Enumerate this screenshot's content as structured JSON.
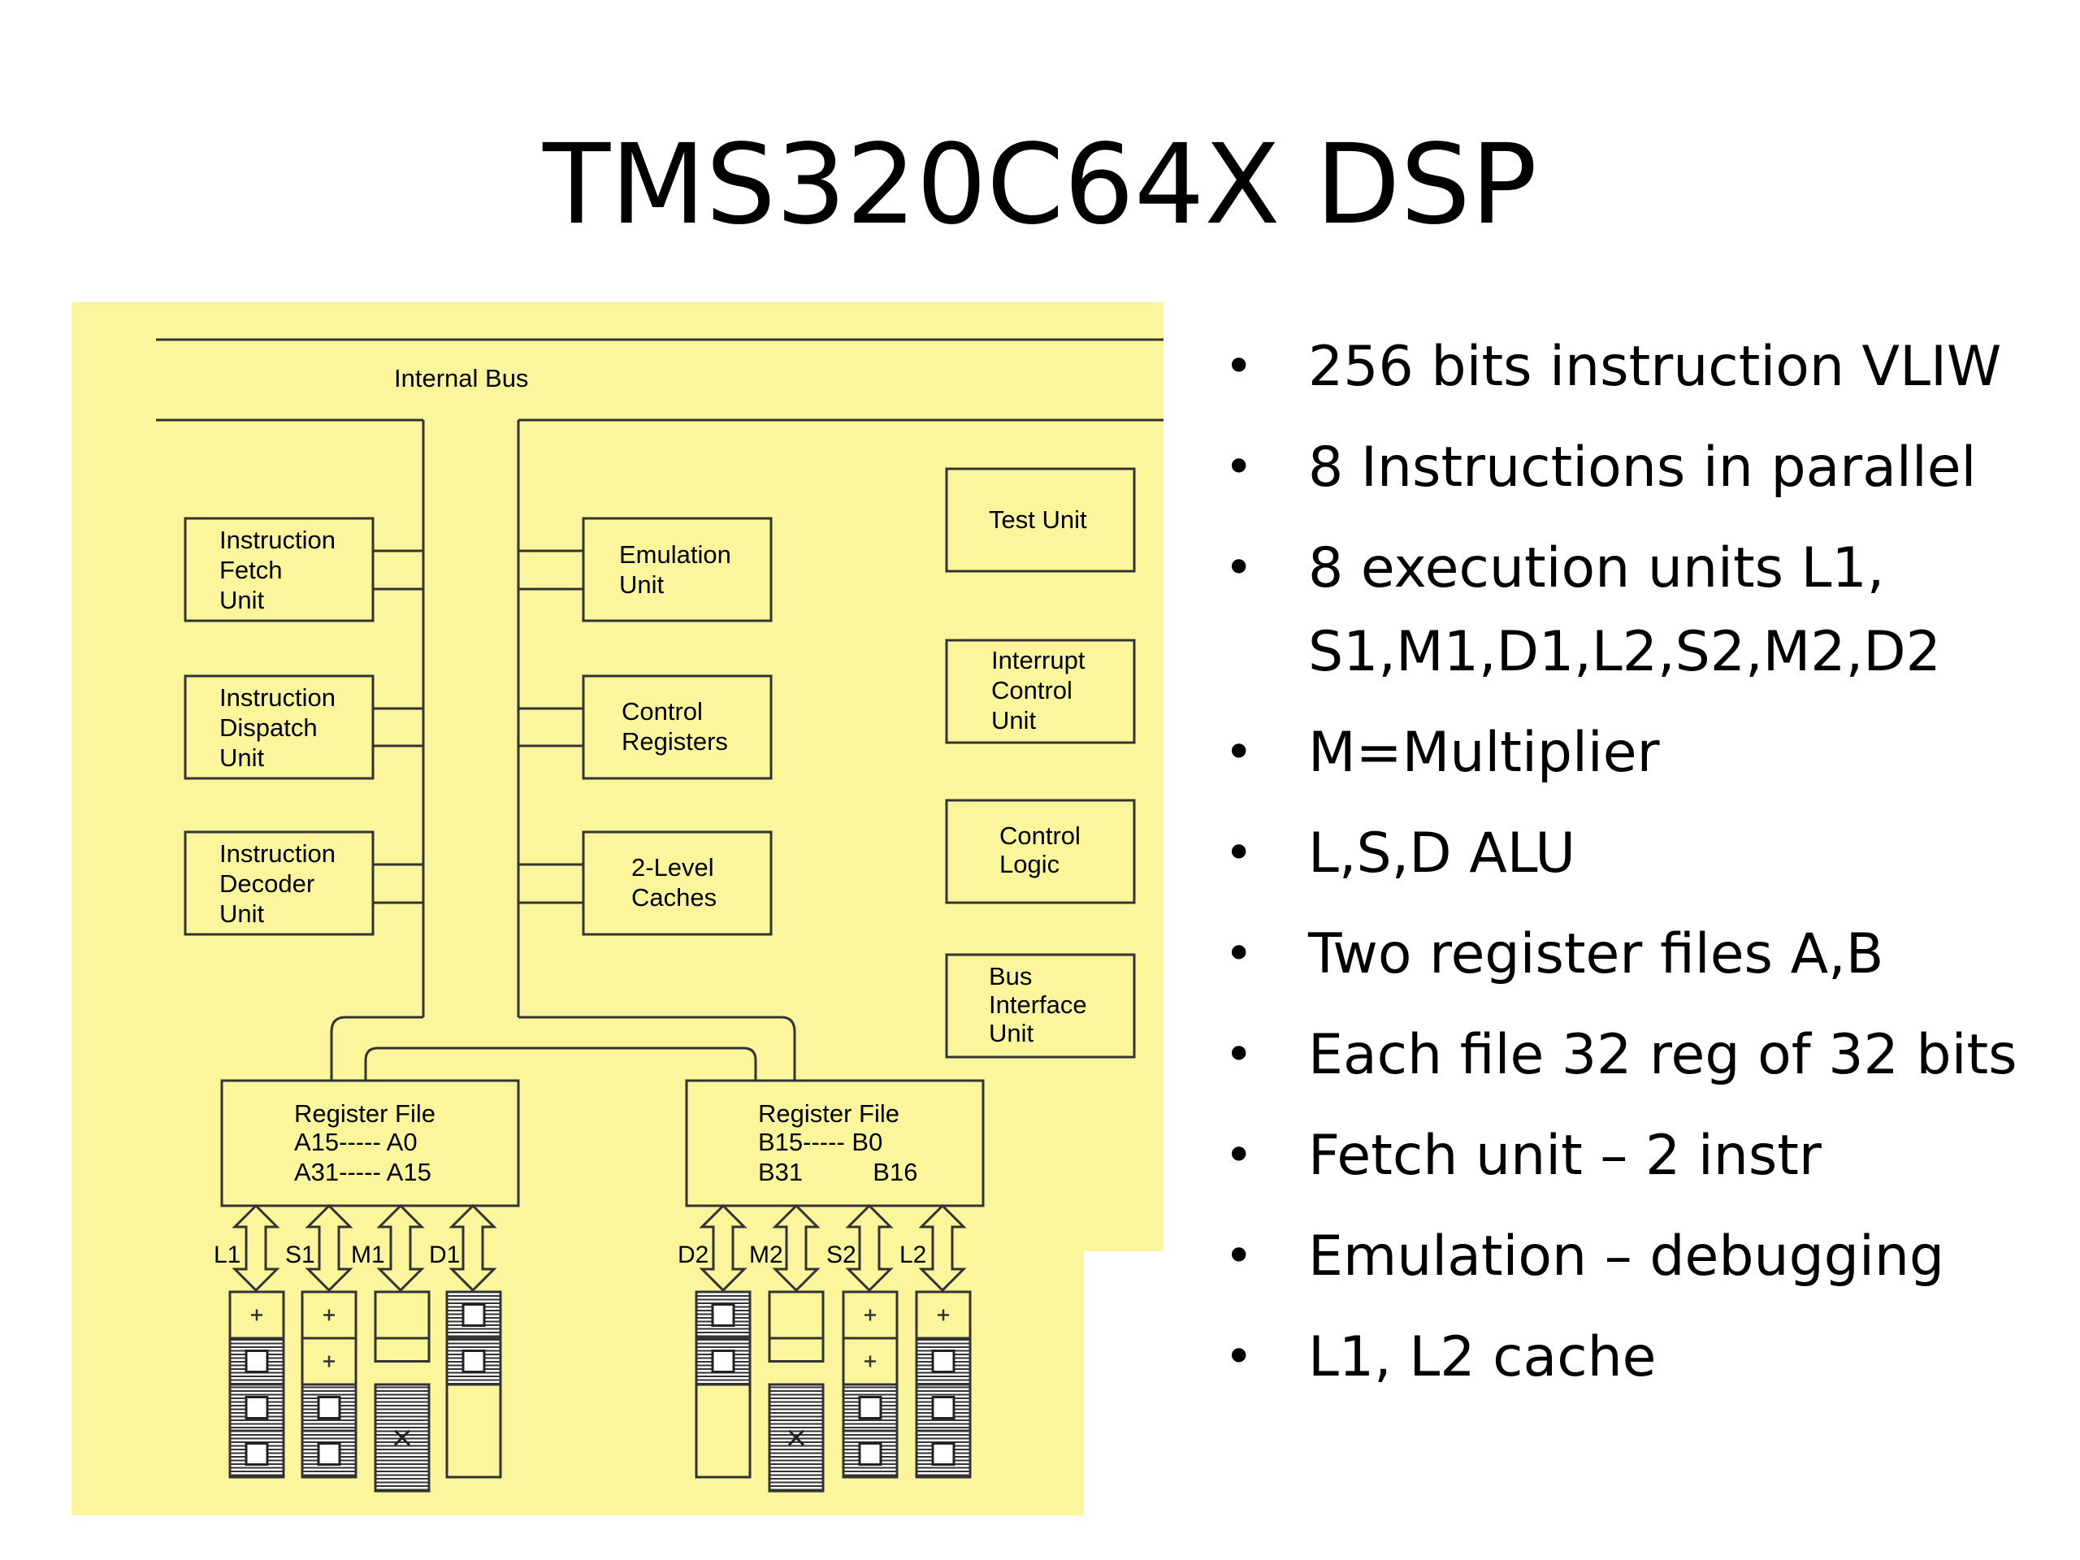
{
  "slide": {
    "title": "TMS320C64X DSP"
  },
  "diagram": {
    "internal_bus_label": "Internal Bus",
    "left_units": [
      [
        "Instruction",
        "Fetch",
        "Unit"
      ],
      [
        "Instruction",
        "Dispatch",
        "Unit"
      ],
      [
        "Instruction",
        "Decoder",
        "Unit"
      ]
    ],
    "middle_units": [
      [
        "Emulation",
        "Unit"
      ],
      [
        "Control",
        "Registers"
      ],
      [
        "2-Level",
        "Caches"
      ]
    ],
    "right_units": [
      [
        "Test Unit"
      ],
      [
        "Interrupt",
        "Control",
        "Unit"
      ],
      [
        "Control",
        "Logic"
      ],
      [
        "Bus",
        "Interface",
        "Unit"
      ]
    ],
    "register_file_a": [
      "Register File",
      "A15----- A0",
      "A31----- A15"
    ],
    "register_file_b": [
      "Register File",
      "B15----- B0",
      "B31          B16"
    ],
    "exec_units_a": [
      "L1",
      "S1",
      "M1",
      "D1"
    ],
    "exec_units_b": [
      "D2",
      "M2",
      "S2",
      "L2"
    ],
    "background_color": "#fbf59c"
  },
  "bullets": [
    "256 bits instruction VLIW",
    "8 Instructions in parallel",
    "8 execution units L1, S1,M1,D1,L2,S2,M2,D2",
    "M=Multiplier",
    "L,S,D ALU",
    "Two register files A,B",
    "Each file 32 reg of 32 bits",
    "Fetch unit – 2 instr",
    "Emulation – debugging",
    "L1, L2 cache"
  ]
}
